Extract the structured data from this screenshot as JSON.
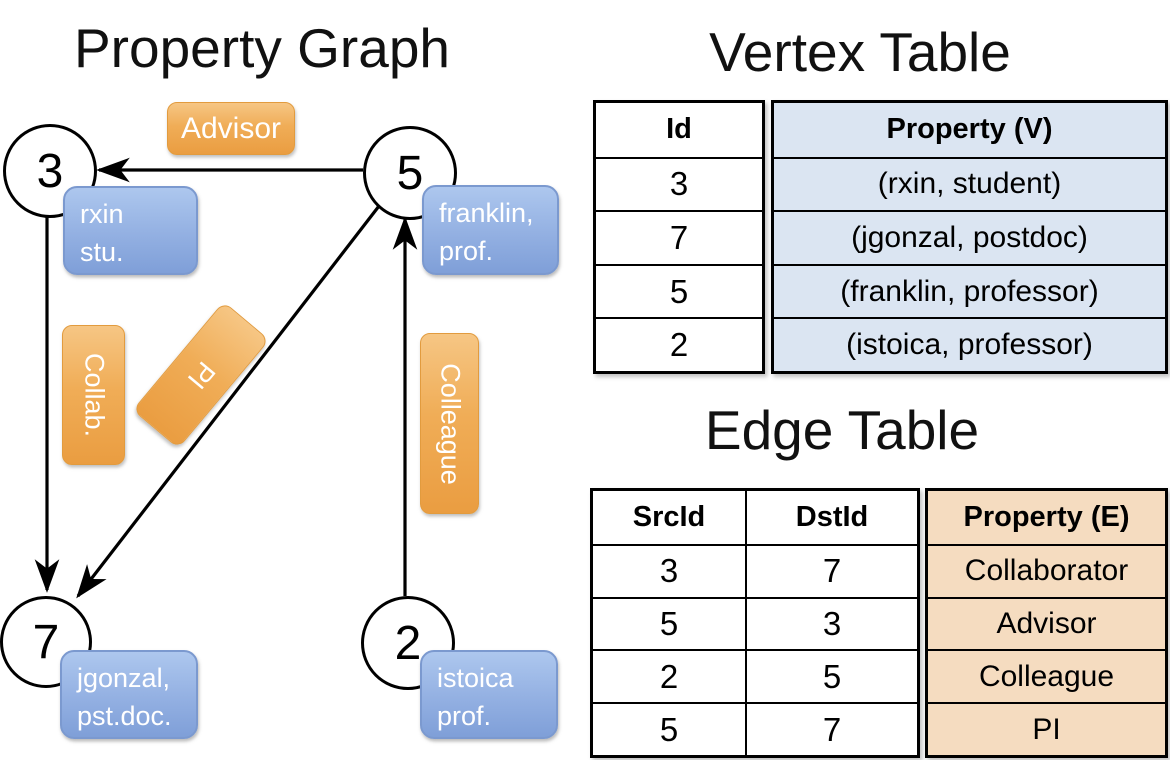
{
  "colors": {
    "orange_label": "#ea9d41",
    "blue_label": "#8fadde",
    "vertex_property_fill": "#dbe5f2",
    "edge_property_fill": "#f5dcc0",
    "edge_stroke": "#000000"
  },
  "graph": {
    "title": "Property Graph",
    "nodes": {
      "n3": {
        "id": "3",
        "lines": [
          "rxin",
          "stu."
        ]
      },
      "n5": {
        "id": "5",
        "lines": [
          "franklin,",
          "prof."
        ]
      },
      "n7": {
        "id": "7",
        "lines": [
          "jgonzal,",
          "pst.doc."
        ]
      },
      "n2": {
        "id": "2",
        "lines": [
          "istoica",
          "prof."
        ]
      }
    },
    "edge_labels": {
      "advisor": "Advisor",
      "collab": "Collab.",
      "pi": "PI",
      "colleague": "Colleague"
    }
  },
  "vertex_table": {
    "title": "Vertex Table",
    "columns": [
      "Id",
      "Property (V)"
    ],
    "rows": [
      [
        "3",
        "(rxin, student)"
      ],
      [
        "7",
        "(jgonzal, postdoc)"
      ],
      [
        "5",
        "(franklin, professor)"
      ],
      [
        "2",
        "(istoica, professor)"
      ]
    ]
  },
  "edge_table": {
    "title": "Edge Table",
    "columns": [
      "SrcId",
      "DstId",
      "Property (E)"
    ],
    "rows": [
      [
        "3",
        "7",
        "Collaborator"
      ],
      [
        "5",
        "3",
        "Advisor"
      ],
      [
        "2",
        "5",
        "Colleague"
      ],
      [
        "5",
        "7",
        "PI"
      ]
    ]
  }
}
